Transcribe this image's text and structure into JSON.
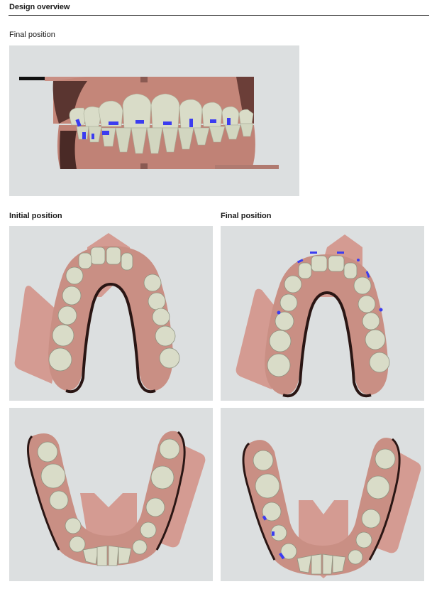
{
  "header": {
    "title": "Design overview"
  },
  "top_view": {
    "caption": "Final position",
    "image": "frontal-bite-view-with-attachments"
  },
  "comparison": {
    "initial": {
      "caption": "Initial position",
      "upper_image": "upper-arch-occlusal-initial",
      "lower_image": "lower-arch-occlusal-initial"
    },
    "final": {
      "caption": "Final position",
      "upper_image": "upper-arch-occlusal-final-with-attachments",
      "lower_image": "lower-arch-occlusal-final-with-attachments"
    }
  },
  "colors": {
    "panel_bg": "#dcdfe0",
    "gum": "#c98f84",
    "tooth": "#d9dcc8",
    "attachment": "#3b3cf0",
    "base_plate": "#d49b92"
  }
}
